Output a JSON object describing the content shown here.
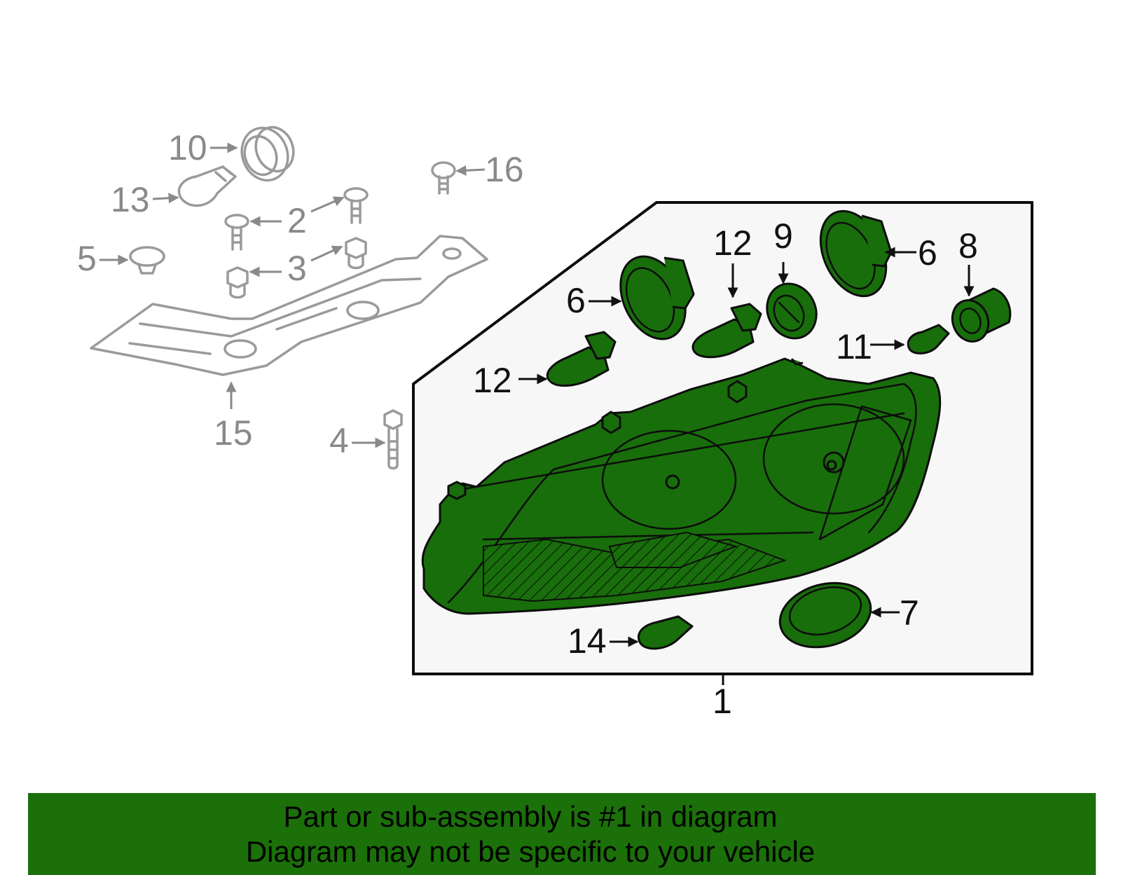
{
  "diagram": {
    "highlight_color": "#1b7009",
    "frame_fill": "#f7f7f7",
    "callouts": {
      "c1": "1",
      "c2": "2",
      "c3": "3",
      "c4": "4",
      "c5": "5",
      "c6a": "6",
      "c6b": "6",
      "c7": "7",
      "c8": "8",
      "c9": "9",
      "c10": "10",
      "c11": "11",
      "c12a": "12",
      "c12b": "12",
      "c13": "13",
      "c14": "14",
      "c15": "15",
      "c16": "16"
    }
  },
  "banner": {
    "line1": "Part or sub-assembly is #1 in diagram",
    "line2": "Diagram may not be specific to your vehicle"
  }
}
